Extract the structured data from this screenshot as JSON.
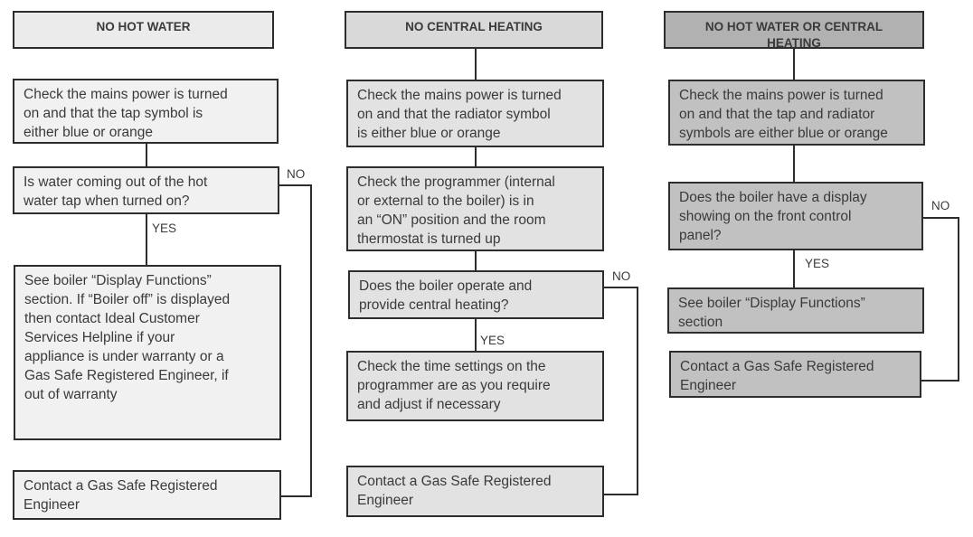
{
  "labels": {
    "yes": "YES",
    "no": "NO"
  },
  "colors": {
    "page_bg": "#ffffff",
    "border": "#2d2d2d",
    "text": "#3a3a3a",
    "left_title_fill": "#ebebeb",
    "left_fill": "#f1f1f1",
    "mid_title_fill": "#d9d9d9",
    "mid_fill": "#e2e2e2",
    "right_title_fill": "#b1b1b1",
    "right_fill": "#c1c1c1"
  },
  "flowcharts": [
    {
      "title": "NO HOT WATER",
      "boxes": [
        "Check the mains power is turned\non and that the tap symbol is\neither blue or orange",
        "Is water coming out of the hot\nwater tap when turned on?",
        "See boiler “Display Functions”\nsection.  If “Boiler off” is displayed\nthen contact Ideal Customer\nServices Helpline if your\nappliance is under warranty or a\nGas Safe Registered Engineer, if\nout of warranty",
        "Contact a Gas Safe Registered\nEngineer"
      ]
    },
    {
      "title": "NO CENTRAL HEATING",
      "boxes": [
        "Check the mains power is turned\non and that the radiator symbol\nis either blue or orange",
        "Check the programmer (internal\nor external to the boiler) is in\nan “ON” position and the room\nthermostat is turned up",
        "Does the boiler operate and\nprovide central heating?",
        "Check the time settings on the\nprogrammer are as you require\nand adjust if necessary",
        "Contact a Gas Safe Registered\nEngineer"
      ]
    },
    {
      "title": "NO HOT WATER OR CENTRAL HEATING",
      "boxes": [
        "Check the mains power is turned\non and that the tap and radiator\nsymbols are either blue or orange",
        "Does the boiler have a display\nshowing on the front control\npanel?",
        "See boiler “Display Functions”\nsection",
        "Contact a Gas Safe Registered\nEngineer"
      ]
    }
  ]
}
